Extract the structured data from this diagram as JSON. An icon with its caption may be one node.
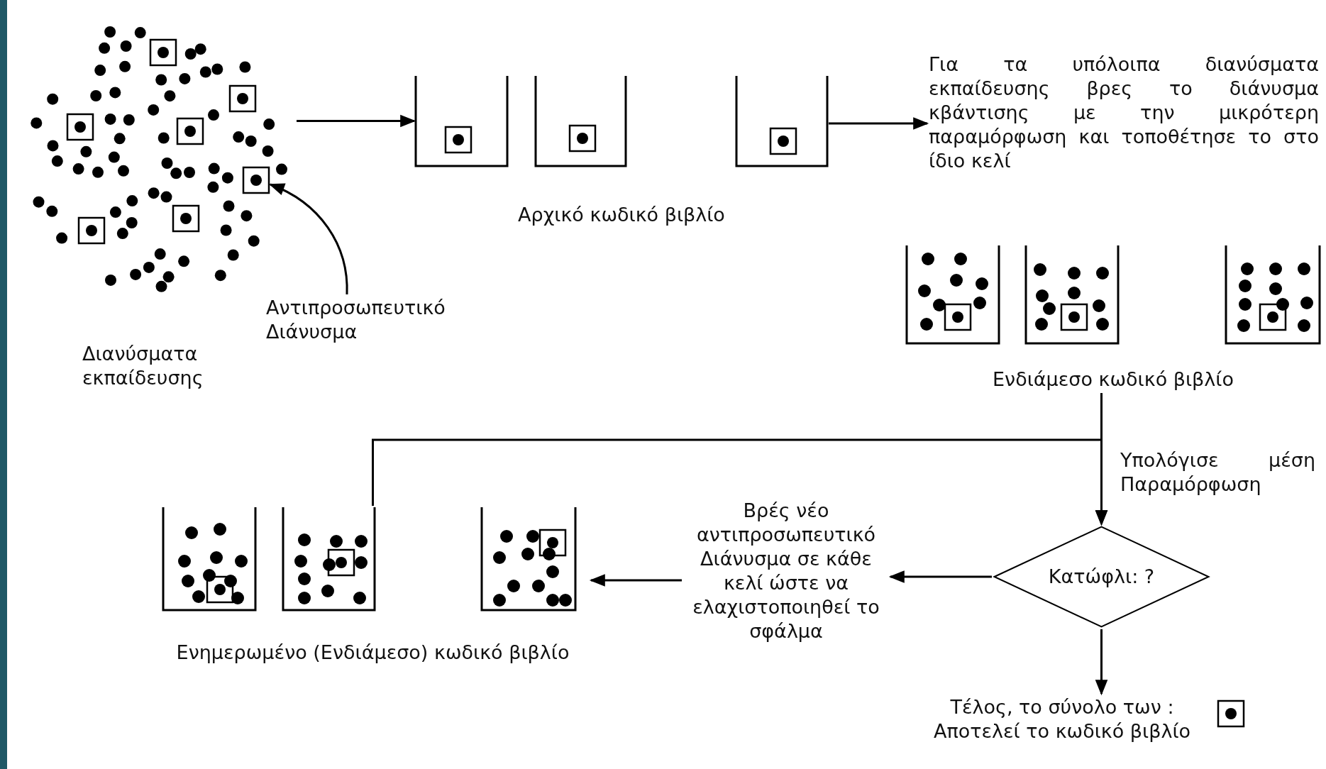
{
  "diagram": {
    "nodes": [
      {
        "text": [],
        "shape": "picture",
        "beside": [
          "Διανύσματα εκπαίδευσης"
        ]
      },
      {
        "text": [],
        "shape": "box",
        "in": 0
      },
      {
        "text": [
          "Αντιπροσωπευτικό Διάνυσμα"
        ]
      },
      {
        "text": [],
        "shape": "picture",
        "beside": [
          "Αρχικό κωδικό βιβλίο"
        ]
      },
      {
        "text": [
          "Για τα υπόλοιπα διανύσματα εκπαίδευσης βρες το διάνυσμα κβάντισης με την μικρότερη παραμόρφωση και τοποθέτησε το στο ίδιο κελί"
        ]
      },
      {
        "text": [],
        "shape": "picture",
        "beside": [
          "Ενδιάμεσο κωδικό βιβλίο"
        ]
      },
      {
        "text": [
          "Κατώφλι: ?"
        ]
      },
      {
        "text": [
          "Βρές νέο αντιπροσωπευτικό Διάνυσμα σε κάθε κελί ώστε να ελαχιστοποιηθεί το σφάλμα"
        ]
      },
      {
        "text": [],
        "shape": "picture",
        "beside": [
          "Ενημερωμένο (Ενδιάμεσο) κωδικό βιβλίο"
        ]
      },
      {
        "text": [
          "Τέλος, το σύνολο των : Αποτελεί το κωδικό βιβλίο"
        ]
      }
    ],
    "edges": [
      {
        "from": 0,
        "to": 3,
        "arrow": "to"
      },
      {
        "from": 2,
        "to": 1,
        "arrow": "to"
      },
      {
        "from": 3,
        "to": 4,
        "arrow": "to"
      },
      {
        "from": 5,
        "to": 6,
        "arrow": "to",
        "label": "Υπολόγισε μέση Παραμόρφωση"
      },
      {
        "from": 8,
        "to": 6,
        "arrow": "to"
      },
      {
        "from": 6,
        "to": 7,
        "arrow": "to"
      },
      {
        "from": 7,
        "to": 8,
        "arrow": "to"
      },
      {
        "from": 6,
        "to": 9,
        "arrow": "to"
      }
    ]
  }
}
